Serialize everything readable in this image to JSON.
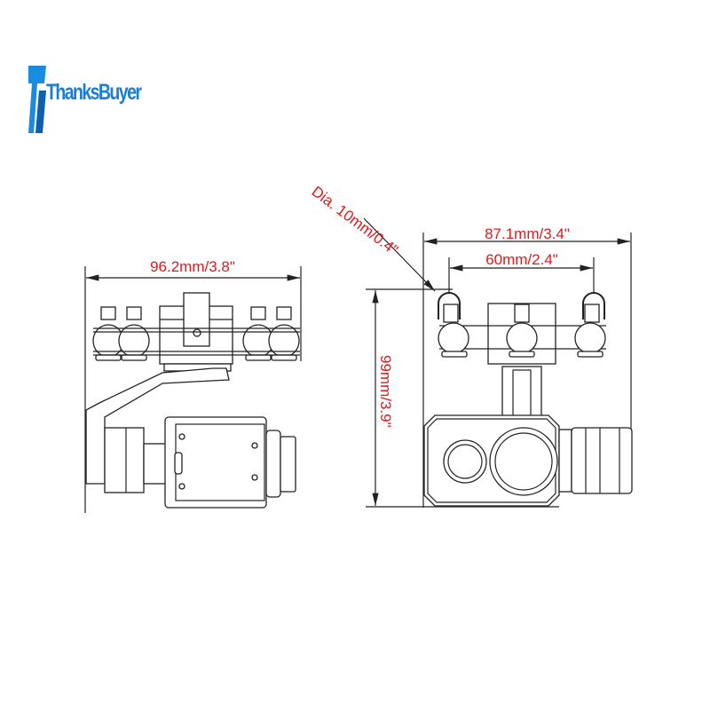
{
  "logo": {
    "text": "ThanksBuyer",
    "color": "#1a7fd4"
  },
  "side_view": {
    "width_label": "96.2mm/3.8\""
  },
  "front_view": {
    "overall_width_label": "87.1mm/3.4\"",
    "mount_spacing_label": "60mm/2.4\"",
    "height_label": "99mm/3.9\"",
    "hole_diameter_label": "Dia. 10mm/0.4\""
  },
  "colors": {
    "dimension_text": "#e0191b",
    "line": "#222222"
  }
}
